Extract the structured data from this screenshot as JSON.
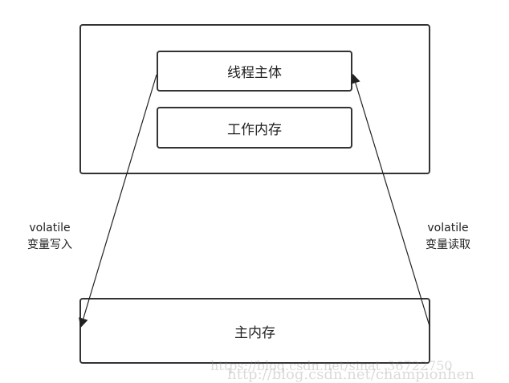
{
  "thread_box": {
    "thread_body": "线程主体",
    "working_memory": "工作内存"
  },
  "main_memory": "主内存",
  "write_label": {
    "line1": "volatile",
    "line2": "变量写入"
  },
  "read_label": {
    "line1": "volatile",
    "line2": "变量读取"
  },
  "watermarks": [
    "https://blog.csdn.net/sinat_36722750",
    "http://blog.csdn.net/championhen"
  ]
}
